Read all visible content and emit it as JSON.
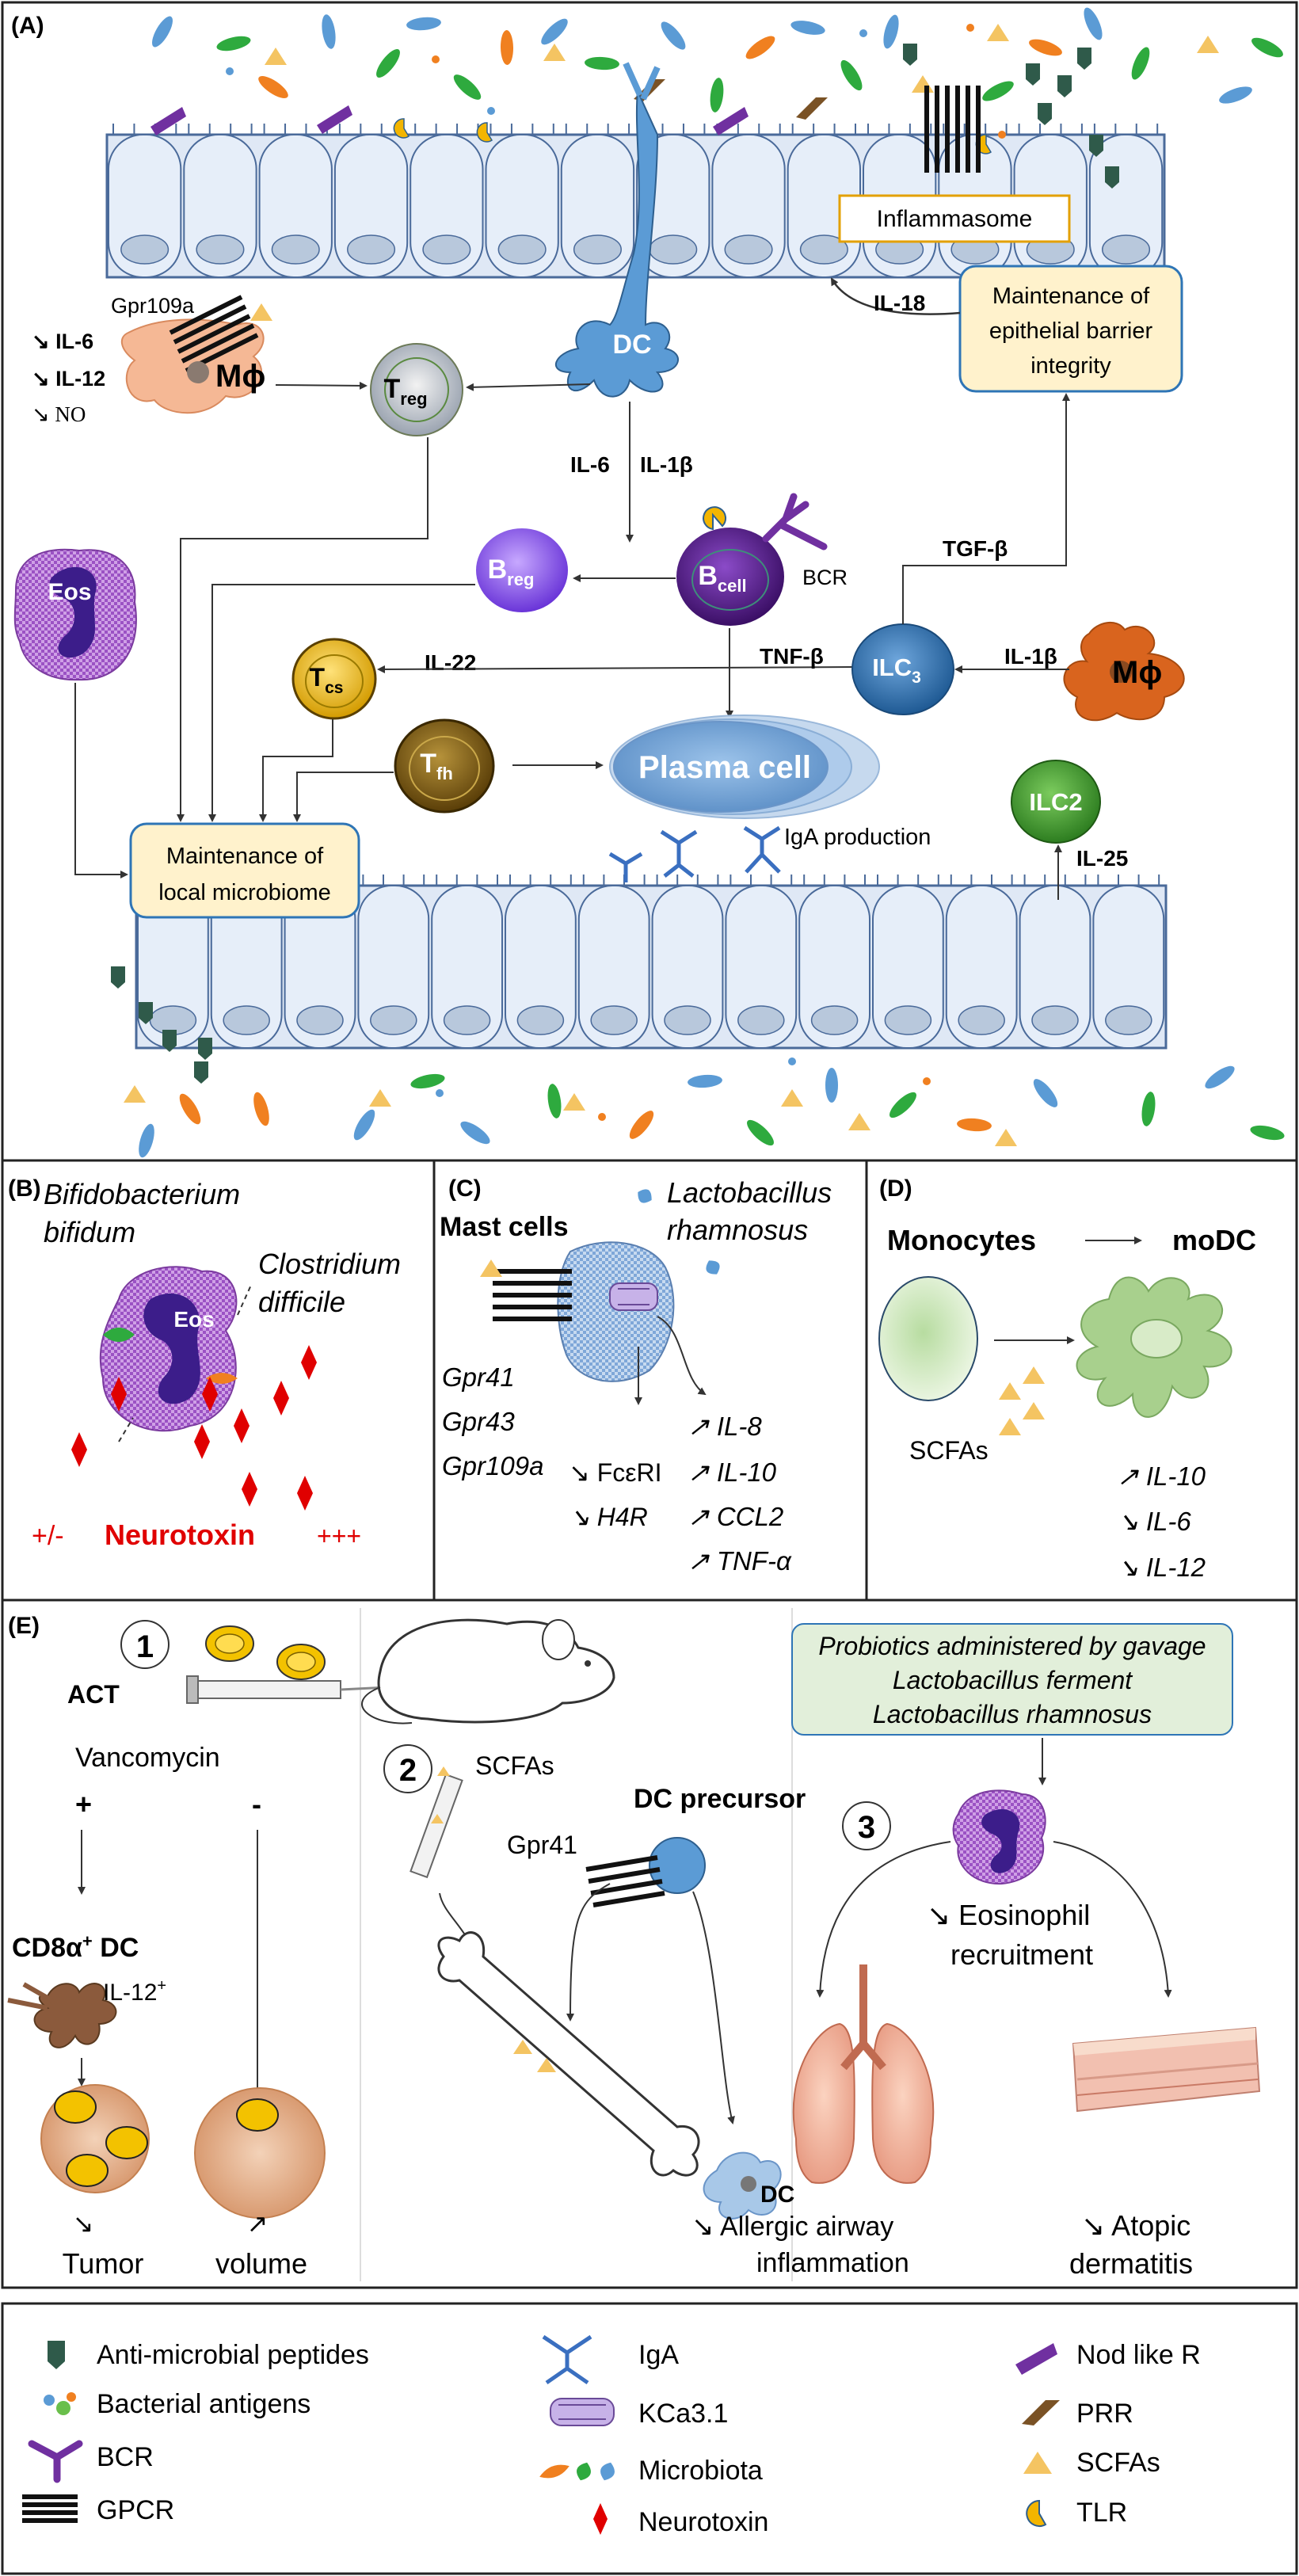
{
  "panels": {
    "a": "(A)",
    "b": "(B)",
    "c": "(C)",
    "d": "(D)",
    "e": "(E)"
  },
  "panel_a": {
    "inflammasome": "Inflammasome",
    "il18": "IL-18",
    "barrier_integrity": [
      "Maintenance of",
      "epithelial barrier",
      "integrity"
    ],
    "gpr109a": "Gpr109a",
    "mphi_marks": [
      "↘ IL-6",
      "↘ IL-12",
      "↘ NO"
    ],
    "mphi": "Mϕ",
    "treg_main": "T",
    "treg_sub": "reg",
    "dc": "DC",
    "il6": "IL-6",
    "il1b": "IL-1β",
    "breg_main": "B",
    "breg_sub": "reg",
    "bcell_main": "B",
    "bcell_sub": "cell",
    "bcr": "BCR",
    "tgfb": "TGF-β",
    "eos": "Eos",
    "tcs_main": "T",
    "tcs_sub": "cs",
    "il22": "IL-22",
    "tnfb": "TNF-β",
    "ilc3_main": "ILC",
    "ilc3_sub": "3",
    "il1b_2": "IL-1β",
    "mphi2": "Mϕ",
    "tfh_main": "T",
    "tfh_sub": "fh",
    "plasma": "Plasma cell",
    "iga_production": "IgA production",
    "ilc2": "ILC2",
    "il25": "IL-25",
    "local_microbiome": [
      "Maintenance of",
      "local microbiome"
    ]
  },
  "panel_b": {
    "bacterium1": [
      "Bifidobacterium",
      "bifidum"
    ],
    "bacterium2": [
      "Clostridium",
      "difficile"
    ],
    "eos": "Eos",
    "plus_minus": "+/-",
    "neurotoxin": "Neurotoxin",
    "plus3": "+++"
  },
  "panel_c": {
    "bacterium": [
      "Lactobacillus",
      "rhamnosus"
    ],
    "mast": "Mast cells",
    "receptors": [
      "Gpr41",
      "Gpr43",
      "Gpr109a"
    ],
    "down": [
      "↘ FcεRI",
      "↘ H4R"
    ],
    "up": [
      "↗ IL-8",
      "↗ IL-10",
      "↗ CCL2",
      "↗ TNF-α"
    ]
  },
  "panel_d": {
    "monocytes": "Monocytes",
    "modc": "moDC",
    "scfas": "SCFAs",
    "marks": [
      "↗ IL-10",
      "↘ IL-6",
      "↘ IL-12"
    ]
  },
  "panel_e": {
    "n1": "1",
    "act": "ACT",
    "vancomycin": "Vancomycin",
    "plus": "+",
    "minus": "-",
    "cd8_main": "CD8α",
    "cd8_sup": "+",
    "cd8_dc": " DC",
    "il12_main": "IL-12",
    "il12_sup": "+",
    "tumor": [
      "↘",
      "Tumor"
    ],
    "volume": [
      "↗",
      "volume"
    ],
    "n2": "2",
    "scfas": "SCFAs",
    "dc_precursor": "DC precursor",
    "gpr41": "Gpr41",
    "dc": "DC",
    "allergic": [
      "↘ Allergic airway",
      "inflammation"
    ],
    "probiotics": [
      "Probiotics administered by gavage",
      "Lactobacillus ferment",
      "Lactobacillus rhamnosus"
    ],
    "n3": "3",
    "eosinophil": [
      "↘ Eosinophil",
      "recruitment"
    ],
    "atopic": [
      "↘ Atopic",
      "dermatitis"
    ]
  },
  "legend": {
    "antimicrobial": "Anti-microbial peptides",
    "bacterial_antigens": "Bacterial antigens",
    "bcr": "BCR",
    "gpcr": "GPCR",
    "iga": "IgA",
    "kca": "KCa3.1",
    "microbiota": "Microbiota",
    "neurotoxin": "Neurotoxin",
    "nod": "Nod like R",
    "prr": "PRR",
    "scfas": "SCFAs",
    "tlr": "TLR"
  },
  "colors": {
    "epithelium_fill": "#dfe8f5",
    "epithelium_stroke": "#4a6a9a",
    "nucleus": "#b8c8dc",
    "dc_blue": "#5b9bd5",
    "treg": "#aeb4bf",
    "breg": "#8a5cf0",
    "bcell": "#5b1d8e",
    "ilc3": "#2e75b6",
    "tcs": "#f2c000",
    "tfh": "#7a5a12",
    "macrophage": "#d9641e",
    "ilc2": "#3d9b2f",
    "eos": "#9b52c4",
    "box_fill": "#fff2cc",
    "box_stroke": "#2e75b6",
    "probiotic_box": "#e2efda",
    "scfa": "#f4c462",
    "red": "#e00000",
    "monocyte": "#d8ebc8",
    "amp": "#2f5a4a"
  }
}
